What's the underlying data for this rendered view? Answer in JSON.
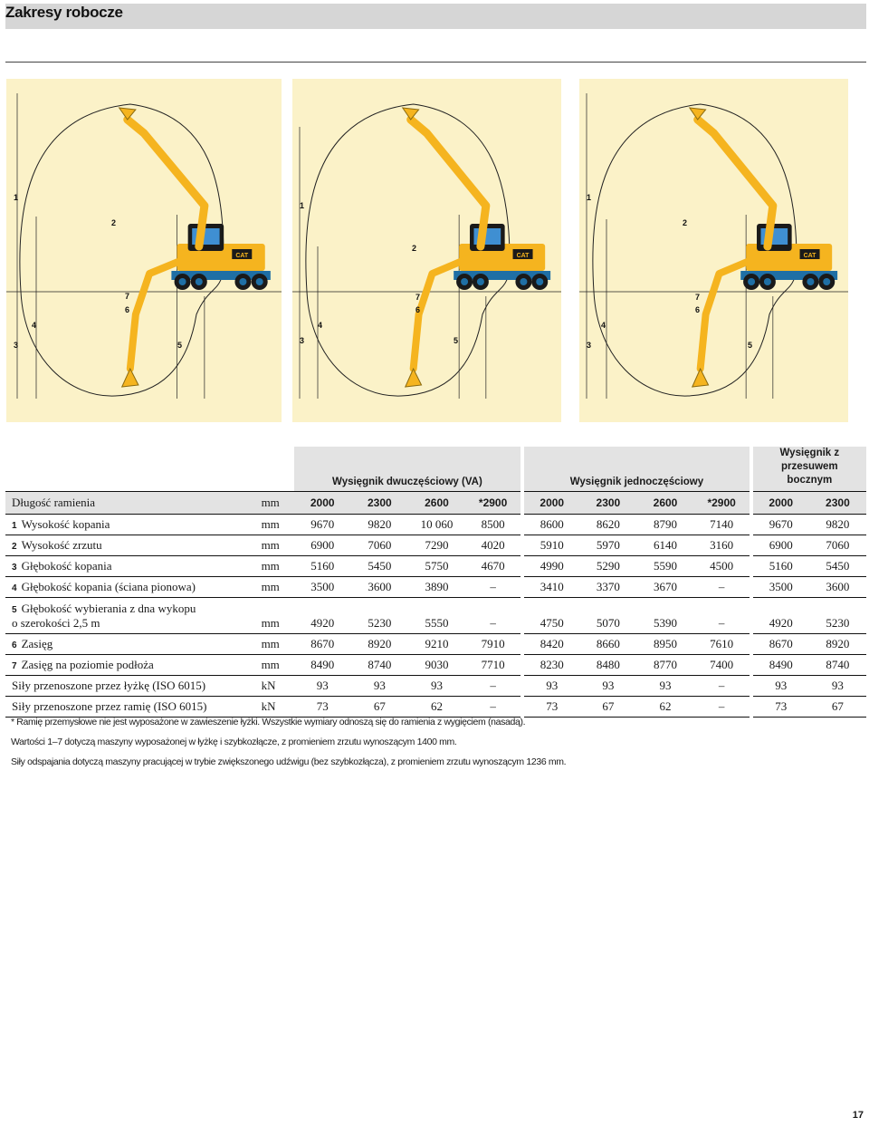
{
  "page": {
    "title": "Zakresy robocze",
    "page_number": "17"
  },
  "diagram": {
    "dimension_labels": [
      "1",
      "2",
      "3",
      "4",
      "5",
      "6",
      "7"
    ],
    "badge_text": "CAT",
    "colors": {
      "panel": "#fbf2c8",
      "machine": "#f5b41f",
      "undercarriage": "#1f6fa5",
      "cab": "#1a1a1a",
      "line": "#222222"
    }
  },
  "table": {
    "group_headers": [
      "Wysięgnik dwuczęściowy (VA)",
      "Wysięgnik jednoczęściowy",
      "Wysięgnik z przesuwem bocznym"
    ],
    "length_row": {
      "label": "Długość ramienia",
      "unit": "mm",
      "values": [
        "2000",
        "2300",
        "2600",
        "*2900",
        "2000",
        "2300",
        "2600",
        "*2900",
        "2000",
        "2300"
      ]
    },
    "rows": [
      {
        "num": "1",
        "label": "Wysokość kopania",
        "unit": "mm",
        "values": [
          "9670",
          "9820",
          "10 060",
          "8500",
          "8600",
          "8620",
          "8790",
          "7140",
          "9670",
          "9820"
        ]
      },
      {
        "num": "2",
        "label": "Wysokość zrzutu",
        "unit": "mm",
        "values": [
          "6900",
          "7060",
          "7290",
          "4020",
          "5910",
          "5970",
          "6140",
          "3160",
          "6900",
          "7060"
        ]
      },
      {
        "num": "3",
        "label": "Głębokość kopania",
        "unit": "mm",
        "values": [
          "5160",
          "5450",
          "5750",
          "4670",
          "4990",
          "5290",
          "5590",
          "4500",
          "5160",
          "5450"
        ]
      },
      {
        "num": "4",
        "label": "Głębokość kopania (ściana pionowa)",
        "unit": "mm",
        "values": [
          "3500",
          "3600",
          "3890",
          "–",
          "3410",
          "3370",
          "3670",
          "–",
          "3500",
          "3600"
        ]
      },
      {
        "num": "5",
        "label": "Głębokość wybierania z dna wykopu",
        "label2": "o szerokości 2,5 m",
        "unit": "mm",
        "values": [
          "4920",
          "5230",
          "5550",
          "–",
          "4750",
          "5070",
          "5390",
          "–",
          "4920",
          "5230"
        ]
      },
      {
        "num": "6",
        "label": "Zasięg",
        "unit": "mm",
        "values": [
          "8670",
          "8920",
          "9210",
          "7910",
          "8420",
          "8660",
          "8950",
          "7610",
          "8670",
          "8920"
        ]
      },
      {
        "num": "7",
        "label": "Zasięg na poziomie podłoża",
        "unit": "mm",
        "values": [
          "8490",
          "8740",
          "9030",
          "7710",
          "8230",
          "8480",
          "8770",
          "7400",
          "8490",
          "8740"
        ]
      },
      {
        "num": "",
        "label": "Siły przenoszone przez łyżkę (ISO 6015)",
        "unit": "kN",
        "values": [
          "93",
          "93",
          "93",
          "–",
          "93",
          "93",
          "93",
          "–",
          "93",
          "93"
        ]
      },
      {
        "num": "",
        "label": "Siły przenoszone przez ramię (ISO 6015)",
        "unit": "kN",
        "values": [
          "73",
          "67",
          "62",
          "–",
          "73",
          "67",
          "62",
          "–",
          "73",
          "67"
        ]
      }
    ]
  },
  "notes": [
    "* Ramię przemysłowe nie jest wyposażone w zawieszenie łyżki. Wszystkie wymiary odnoszą się do ramienia z wygięciem (nasadą).",
    "Wartości 1–7 dotyczą maszyny wyposażonej w łyżkę i szybkozłącze, z promieniem zrzutu wynoszącym 1400 mm.",
    "Siły odspajania dotyczą maszyny pracującej w trybie zwiększonego udźwigu (bez szybkozłącza), z promieniem zrzutu wynoszącym 1236 mm."
  ]
}
